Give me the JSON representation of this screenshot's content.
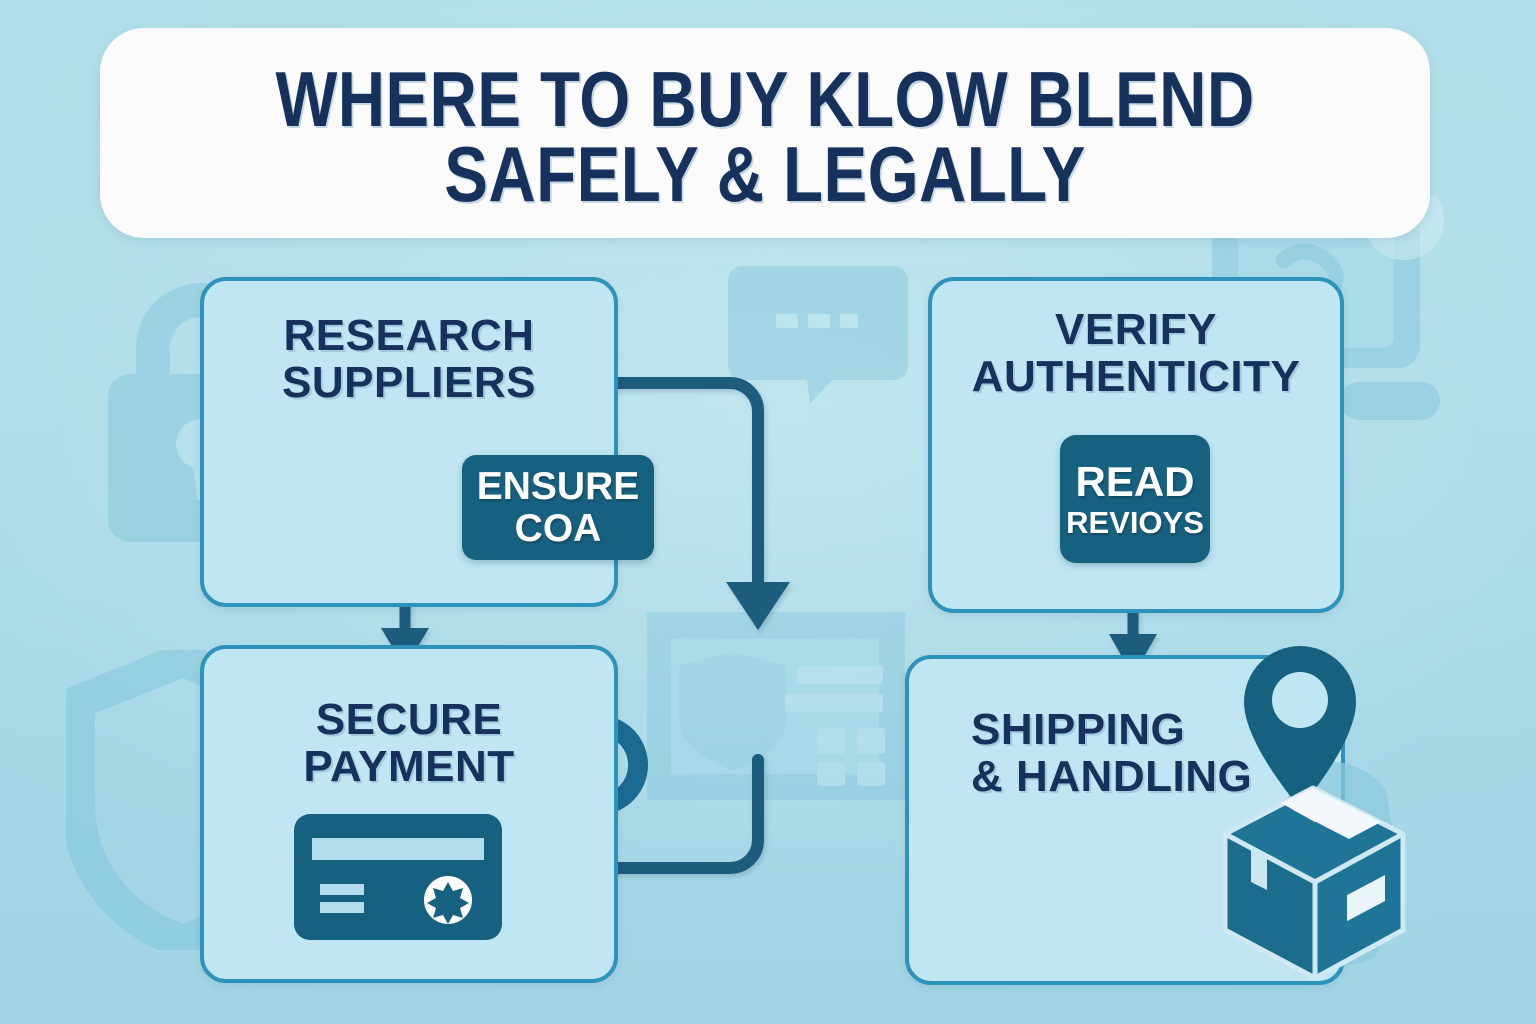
{
  "page": {
    "kind": "infographic-flow-diagram",
    "background_color": "#a9dbe9",
    "accent_dark": "#16325c",
    "accent_mid": "#176180",
    "accent_border": "#2d93bb",
    "card_fill": "#bfe6f2",
    "title_card_fill": "#fbfbfb"
  },
  "title": {
    "text": "WHERE TO BUY KLOW BLEND\nSAFELY & LEGALLY",
    "line1": "WHERE TO BUY KLOW BLEND",
    "line2": "SAFELY & LEGALLY"
  },
  "cards": [
    {
      "id": "research-suppliers",
      "title": "RESEARCH\nSUPPLIERS",
      "icon": "magnifying-glass-icon",
      "badge": {
        "line1": "ENSURE",
        "line2": "COA"
      }
    },
    {
      "id": "secure-payment",
      "title": "SECURE\nPAYMENT",
      "icon": "credit-card-icon",
      "badge": null
    },
    {
      "id": "verify-authenticity",
      "title": "VERIFY\nAUTHENTICITY",
      "icon": null,
      "badge": {
        "line1": "READ",
        "line2": "REVIOYS"
      }
    },
    {
      "id": "shipping-handling",
      "title": "SHIPPING\n& HANDLING",
      "icon": "package-box-icon",
      "badge": null
    }
  ],
  "badges": {
    "ensure_coa": {
      "line1": "ENSURE",
      "line2": "COA"
    },
    "read_reviews": {
      "line1": "READ",
      "line2": "REVIOYS"
    }
  },
  "watermarks": [
    {
      "name": "padlock-watermark",
      "position": "left-upper"
    },
    {
      "name": "shield-outline-watermark",
      "position": "left-lower"
    },
    {
      "name": "chat-bubble-watermark",
      "position": "top-center"
    },
    {
      "name": "id-card-shield-watermark",
      "position": "center"
    },
    {
      "name": "monitor-screen-watermark",
      "position": "right-upper"
    }
  ],
  "connectors": [
    {
      "from": "research-suppliers",
      "to": "secure-payment",
      "style": "down-arrow"
    },
    {
      "from": "research-suppliers",
      "to": "center-down",
      "style": "right-then-down-arrow"
    },
    {
      "from": "secure-payment",
      "to": "center-up",
      "style": "right-then-up"
    },
    {
      "from": "verify-authenticity",
      "to": "shipping-handling",
      "style": "down-arrow"
    }
  ]
}
